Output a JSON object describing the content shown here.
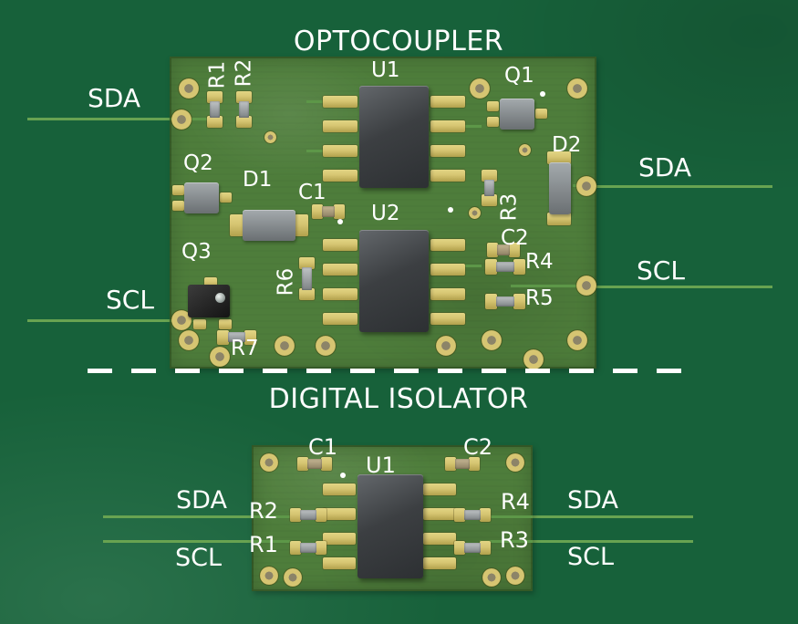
{
  "colors": {
    "bg": "#17613a",
    "board": "#4e7d3b",
    "trace": "#68a351",
    "pad_gold": "#d6c572",
    "pad_gold_dark": "#a3923f",
    "ic_body": "#2d3033",
    "silk": "#ffffff"
  },
  "optocoupler": {
    "title": "OPTOCOUPLER",
    "nets": {
      "sda_left": "SDA",
      "sda_right": "SDA",
      "scl_left": "SCL",
      "scl_right": "SCL"
    },
    "parts": {
      "u1": "U1",
      "u2": "U2",
      "q1": "Q1",
      "q2": "Q2",
      "q3": "Q3",
      "d1": "D1",
      "d2": "D2",
      "c1": "C1",
      "c2": "C2",
      "r1": "R1",
      "r2": "R2",
      "r3": "R3",
      "r4": "R4",
      "r5": "R5",
      "r6": "R6",
      "r7": "R7"
    }
  },
  "digital_isolator": {
    "title": "DIGITAL ISOLATOR",
    "nets": {
      "sda_left": "SDA",
      "sda_right": "SDA",
      "scl_left": "SCL",
      "scl_right": "SCL"
    },
    "parts": {
      "u1": "U1",
      "c1": "C1",
      "c2": "C2",
      "r1": "R1",
      "r2": "R2",
      "r3": "R3",
      "r4": "R4"
    }
  }
}
